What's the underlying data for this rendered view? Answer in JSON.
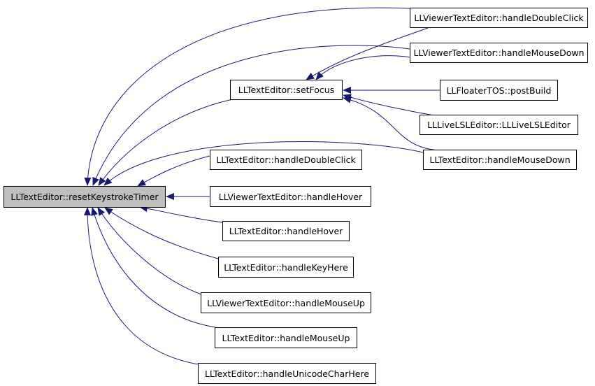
{
  "graph": {
    "edge_color": "#191970",
    "root_fill": "#bfbfbf",
    "nodes": {
      "root": "LLTextEditor::resetKeystrokeTimer",
      "setfocus": "LLTextEditor::setFocus",
      "vte_handledoubleclick": "LLViewerTextEditor::handleDoubleClick",
      "vte_handlemousedown": "LLViewerTextEditor::handleMouseDown",
      "floatertos_postbuild": "LLFloaterTOS::postBuild",
      "livelsl_ctor": "LLLiveLSLEditor::LLLiveLSLEditor",
      "te_handlemousedown": "LLTextEditor::handleMouseDown",
      "te_handledoubleclick": "LLTextEditor::handleDoubleClick",
      "vte_handlehover": "LLViewerTextEditor::handleHover",
      "te_handlehover": "LLTextEditor::handleHover",
      "te_handlekeyhere": "LLTextEditor::handleKeyHere",
      "vte_handlemouseup": "LLViewerTextEditor::handleMouseUp",
      "te_handlemouseup": "LLTextEditor::handleMouseUp",
      "te_handleunicodecharhere": "LLTextEditor::handleUnicodeCharHere"
    }
  }
}
